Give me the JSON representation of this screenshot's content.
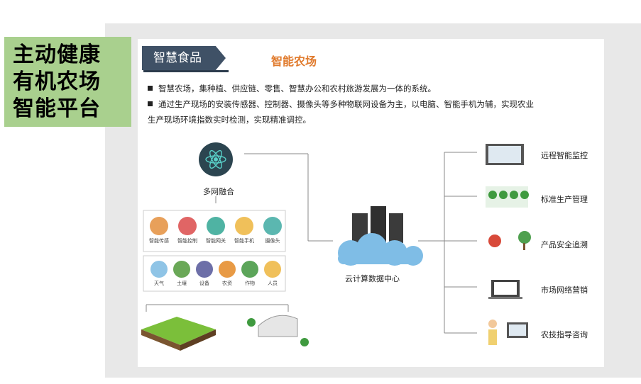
{
  "side_title": [
    "主动健康",
    "有机农场",
    "智能平台"
  ],
  "card": {
    "ribbon": "智慧食品",
    "heading": "智能农场",
    "bullet1": "智慧农场，集种植、供应链、零售、智慧办公和农村旅游发展为一体的系统。",
    "bullet2_line1": "通过生产现场的安装传感器、控制器、摄像头等多种物联网设备为主，以电脑、智能手机为辅，实现农业",
    "bullet2_line2": "生产现场环境指数实时检测，实现精准调控。"
  },
  "diagram": {
    "fusion_label": "多网融合",
    "devices": [
      "智能传感",
      "智能控制",
      "智能网关",
      "智能手机",
      "摄像头"
    ],
    "factors": [
      "天气",
      "土壤",
      "设备",
      "农资",
      "作物",
      "人员"
    ],
    "cloud_label": "云计算数据中心",
    "outputs": [
      "远程智能监控",
      "标准生产管理",
      "产品安全追溯",
      "市场网络营销",
      "农技指导咨询"
    ]
  },
  "colors": {
    "side_green": "#a9d08e",
    "ribbon": "#3f5166",
    "heading_orange": "#e07a2c",
    "cloud_blue": "#7fbde6",
    "teal": "#2e8b8b"
  }
}
